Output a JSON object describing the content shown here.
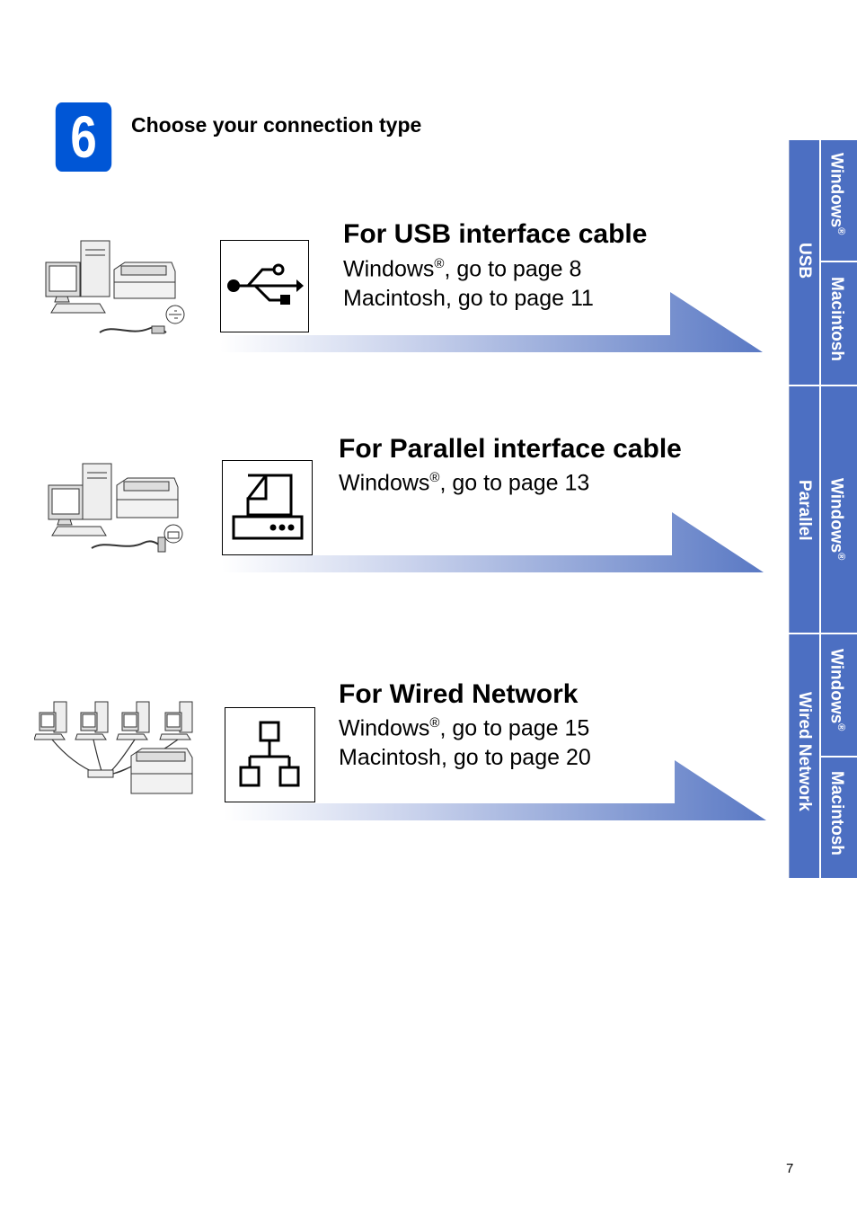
{
  "step": {
    "number": "6",
    "title": "Choose your connection type"
  },
  "sections": [
    {
      "title": "For USB interface cable",
      "lines": [
        {
          "pre": "Windows",
          "sup": "®",
          "post": ", go to page 8"
        },
        {
          "pre": "Macintosh, go to page 11",
          "sup": "",
          "post": ""
        }
      ],
      "icon": "usb-icon"
    },
    {
      "title": "For Parallel interface cable",
      "lines": [
        {
          "pre": "Windows",
          "sup": "®",
          "post": ", go to page 13"
        }
      ],
      "icon": "parallel-port-icon"
    },
    {
      "title": "For Wired Network",
      "lines": [
        {
          "pre": "Windows",
          "sup": "®",
          "post": ", go to page 15"
        },
        {
          "pre": "Macintosh, go to page 20",
          "sup": "",
          "post": ""
        }
      ],
      "icon": "network-icon"
    }
  ],
  "side_tabs": {
    "usb": {
      "label": "USB",
      "windows": "Windows",
      "reg": "®",
      "mac": "Macintosh"
    },
    "parallel": {
      "label": "Parallel",
      "windows": "Windows",
      "reg": "®"
    },
    "network": {
      "label": "Wired Network",
      "windows": "Windows",
      "reg": "®",
      "mac": "Macintosh"
    }
  },
  "colors": {
    "badge": "#0056d6",
    "tab": "#4c6fc2",
    "band_end": "#5a79c4"
  },
  "page_number": "7"
}
